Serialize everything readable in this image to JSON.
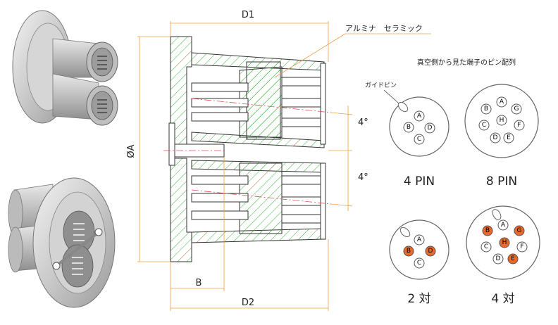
{
  "dimensions": {
    "d1": "D1",
    "d2": "D2",
    "b": "B",
    "diameter_a": "ØA",
    "angle_upper": "4°",
    "angle_lower": "4°"
  },
  "callouts": {
    "ceramic": "アルミナ　セラミック",
    "guide_pin": "ガイドピン",
    "pin_view_title": "真空側から見た端子のピン配列"
  },
  "pin_layouts": {
    "four_pin": {
      "caption": "4 PIN",
      "pins": [
        "A",
        "B",
        "C",
        "D"
      ]
    },
    "eight_pin": {
      "caption": "8 PIN",
      "pins": [
        "A",
        "B",
        "C",
        "D",
        "E",
        "F",
        "G",
        "H"
      ]
    },
    "two_pair": {
      "caption": "2 対",
      "pins": [
        "A",
        "B",
        "C",
        "D"
      ],
      "highlighted": [
        "B",
        "D"
      ]
    },
    "four_pair": {
      "caption": "4 対",
      "pins": [
        "A",
        "B",
        "C",
        "D",
        "E",
        "F",
        "G",
        "H"
      ],
      "highlighted": [
        "B",
        "G",
        "H",
        "E"
      ]
    }
  },
  "colors": {
    "highlight_pin": "#e8692a",
    "hatch": "#33b833",
    "dimension_line": "#e8a040",
    "callout_line": "#f0a050",
    "outline": "#333333"
  }
}
